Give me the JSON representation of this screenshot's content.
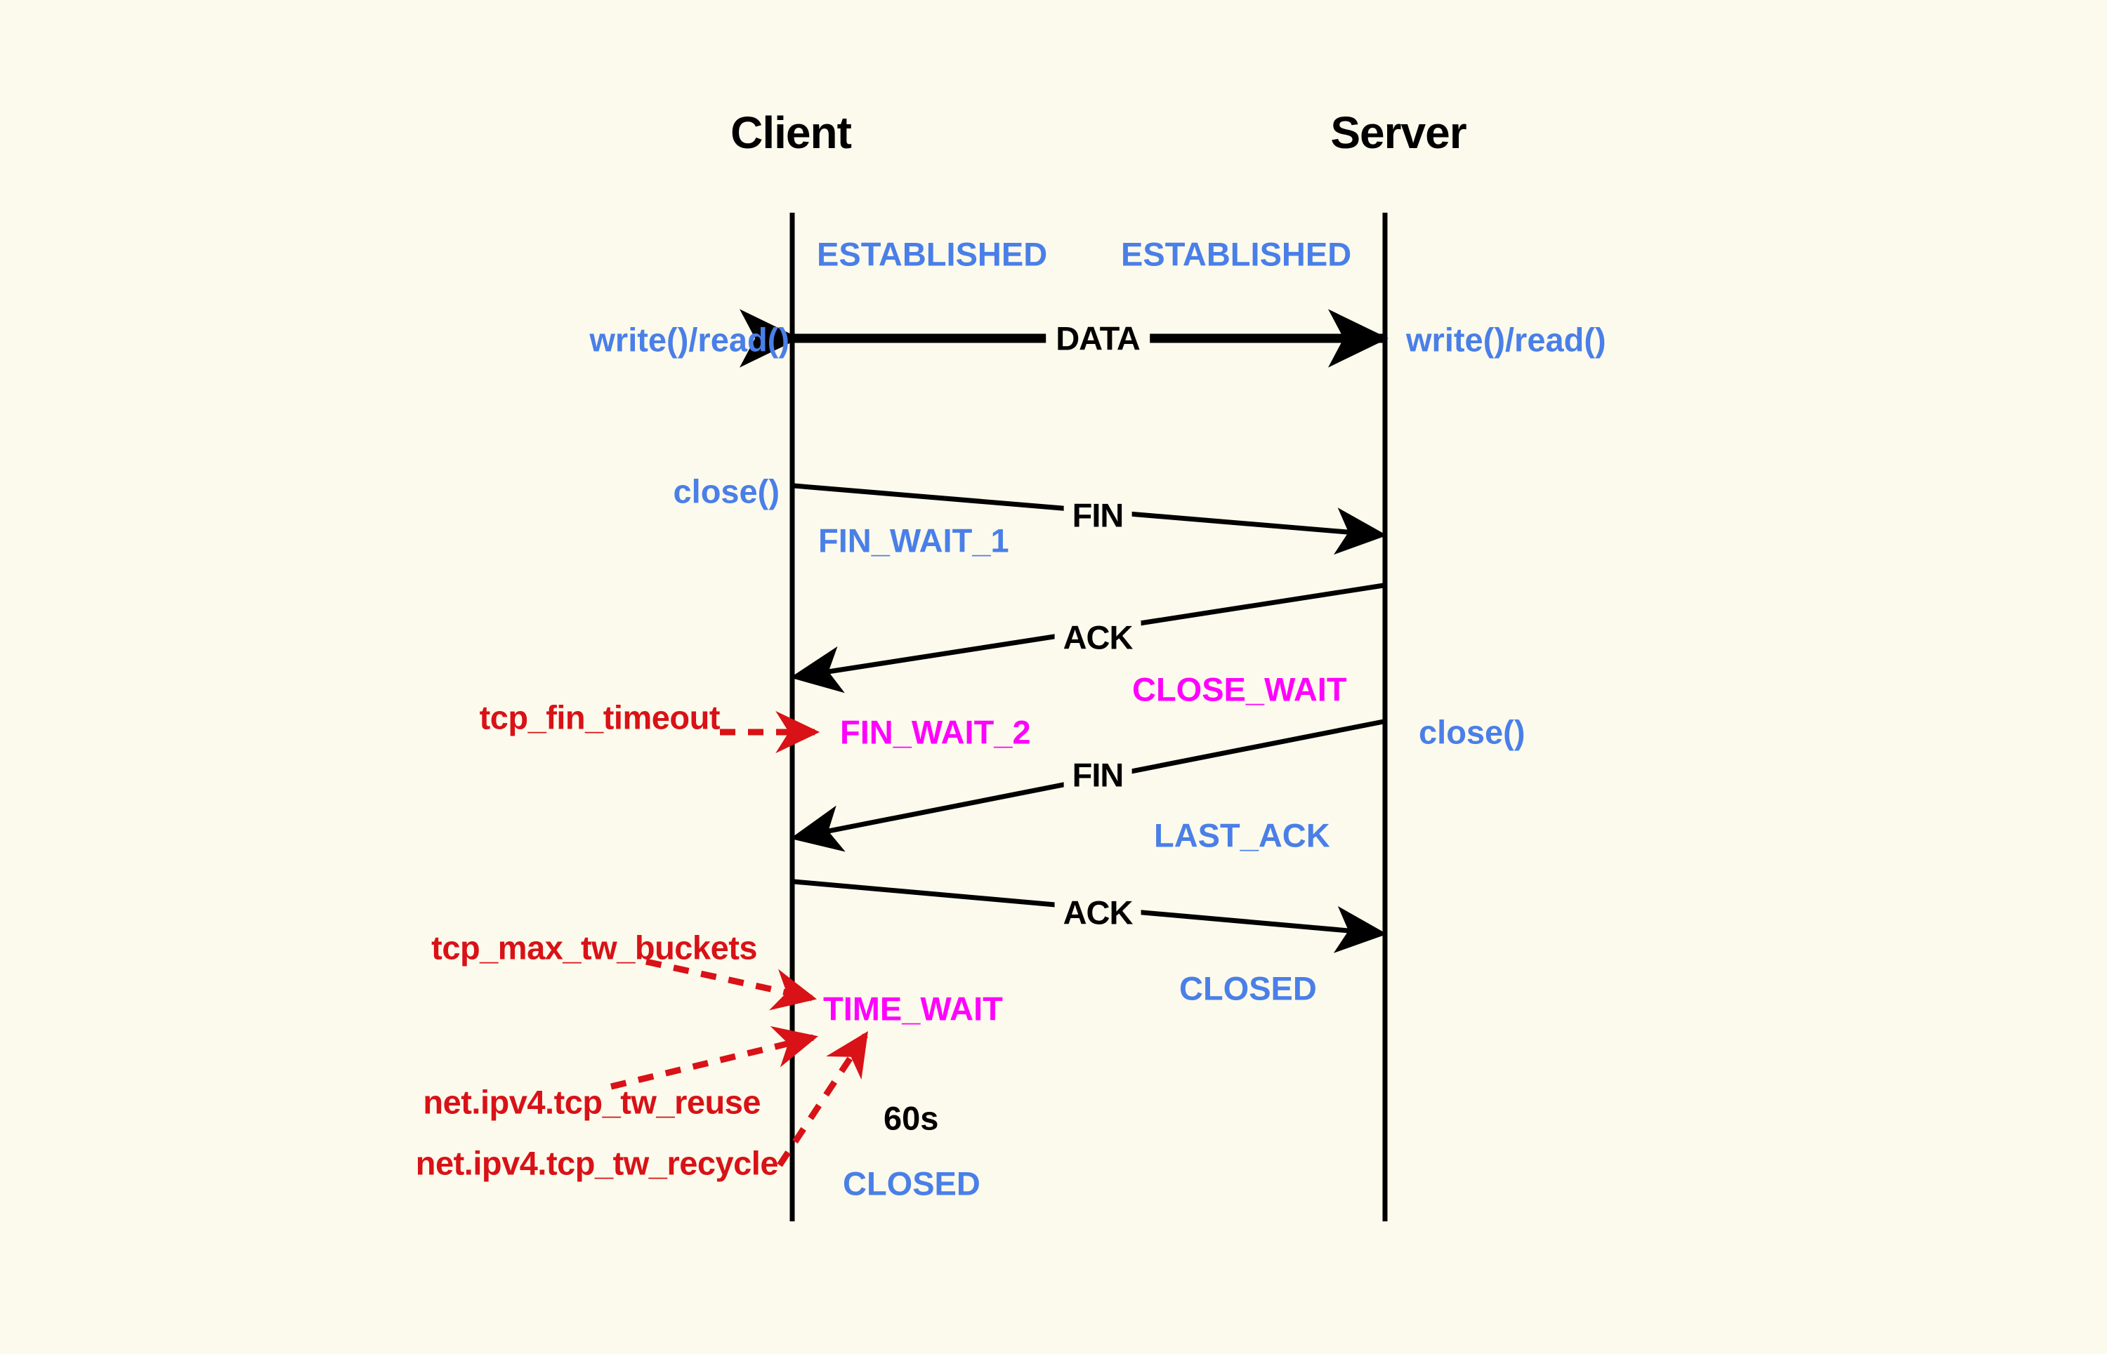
{
  "diagram": {
    "title_client": "Client",
    "title_server": "Server",
    "colors": {
      "background": "#fcfaec",
      "lifeline": "#000000",
      "state_blue": "#4a7fe8",
      "state_magenta": "#ff00ff",
      "sysctl_red": "#d81217",
      "message_black": "#000000"
    }
  },
  "states": {
    "client_established": "ESTABLISHED",
    "server_established": "ESTABLISHED",
    "client_fin_wait_1": "FIN_WAIT_1",
    "client_fin_wait_2": "FIN_WAIT_2",
    "server_close_wait": "CLOSE_WAIT",
    "server_last_ack": "LAST_ACK",
    "client_time_wait": "TIME_WAIT",
    "server_closed": "CLOSED",
    "client_closed": "CLOSED"
  },
  "api_calls": {
    "client_write_read": "write()/read()",
    "server_write_read": "write()/read()",
    "client_close": "close()",
    "server_close": "close()"
  },
  "messages": {
    "data": "DATA",
    "fin_1": "FIN",
    "ack_1": "ACK",
    "fin_2": "FIN",
    "ack_2": "ACK"
  },
  "timers": {
    "time_wait_duration": "60s"
  },
  "sysctl_annotations": {
    "tcp_fin_timeout": "tcp_fin_timeout",
    "tcp_max_tw_buckets": "tcp_max_tw_buckets",
    "tcp_tw_reuse": "net.ipv4.tcp_tw_reuse",
    "tcp_tw_recycle": "net.ipv4.tcp_tw_recycle"
  }
}
